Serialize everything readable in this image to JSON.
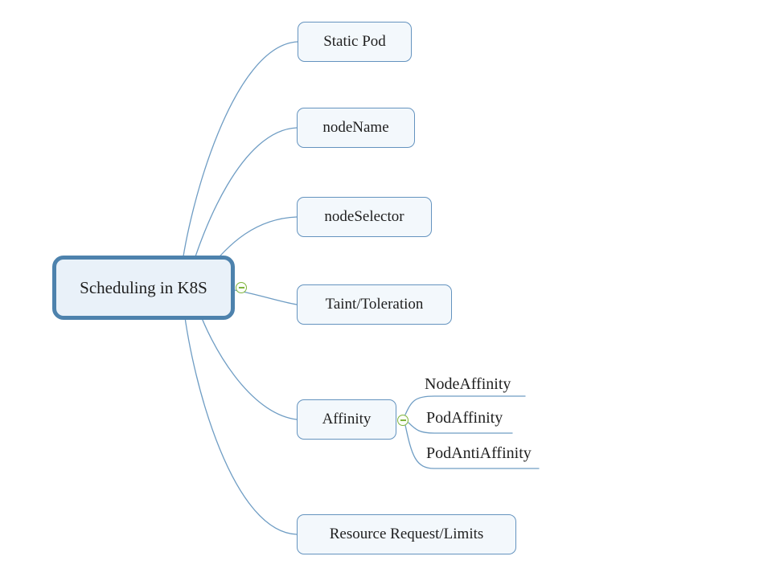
{
  "diagram": {
    "type": "mindmap",
    "root": {
      "label": "Scheduling in K8S"
    },
    "branches": [
      {
        "label": "Static Pod"
      },
      {
        "label": "nodeName"
      },
      {
        "label": "nodeSelector"
      },
      {
        "label": "Taint/Toleration"
      },
      {
        "label": "Affinity",
        "children": [
          {
            "label": "NodeAffinity"
          },
          {
            "label": "PodAffinity"
          },
          {
            "label": "PodAntiAffinity"
          }
        ]
      },
      {
        "label": "Resource Request/Limits"
      }
    ],
    "icons": {
      "root_collapse": "minus-circle",
      "affinity_collapse": "minus-circle"
    }
  },
  "colors": {
    "root_border": "#4d82ad",
    "root_fill": "#e9f1f9",
    "branch_border": "#6493bf",
    "branch_fill": "#f3f8fc",
    "line_color": "#6f9dc4",
    "collapse_green": "#7fb43e",
    "text": "#1f1f1f"
  }
}
